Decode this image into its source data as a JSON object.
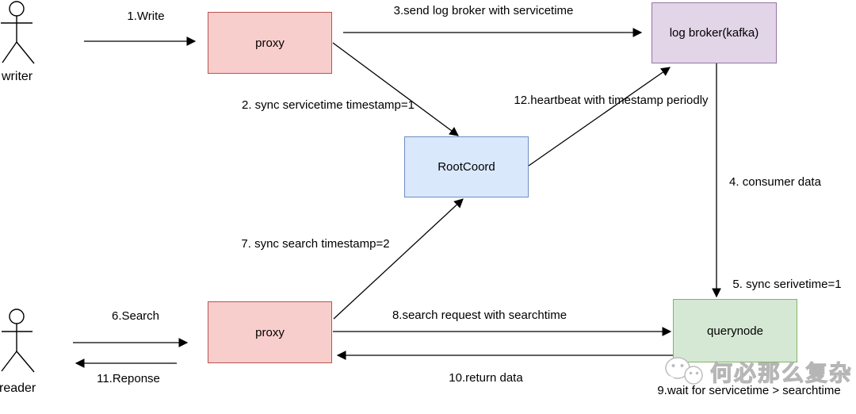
{
  "diagram": {
    "background": "#ffffff",
    "line_color": "#000000",
    "actors": {
      "writer": {
        "label": "writer"
      },
      "reader": {
        "label": "reader"
      }
    },
    "nodes": {
      "proxy_top": {
        "label": "proxy",
        "fill": "#f8cecc",
        "border": "#b85450"
      },
      "log_broker": {
        "label": "log broker(kafka)",
        "fill": "#e1d5e7",
        "border": "#9673a6"
      },
      "rootcoord": {
        "label": "RootCoord",
        "fill": "#dae8fc",
        "border": "#6c8ebf"
      },
      "proxy_bottom": {
        "label": "proxy",
        "fill": "#f8cecc",
        "border": "#b85450"
      },
      "querynode": {
        "label": "querynode",
        "fill": "#d5e8d4",
        "border": "#82b366"
      }
    },
    "edge_labels": {
      "write": "1.Write",
      "sync_servicetime": "2. sync servicetime timestamp=1",
      "send_log_broker": "3.send log broker with servicetime",
      "consumer_data": "4. consumer data",
      "sync_serivetime": "5. sync serivetime=1",
      "search": "6.Search",
      "sync_search": "7. sync search timestamp=2",
      "search_request": "8.search request with searchtime",
      "wait_servicetime": "9.wait for servicetime > searchtime",
      "return_data": "10.return data",
      "response": "11.Reponse",
      "heartbeat": "12.heartbeat with timestamp periodly"
    },
    "watermark": {
      "icon": "wechat-icon",
      "text": "何必那么复杂",
      "color": "#bfbfbf"
    }
  }
}
